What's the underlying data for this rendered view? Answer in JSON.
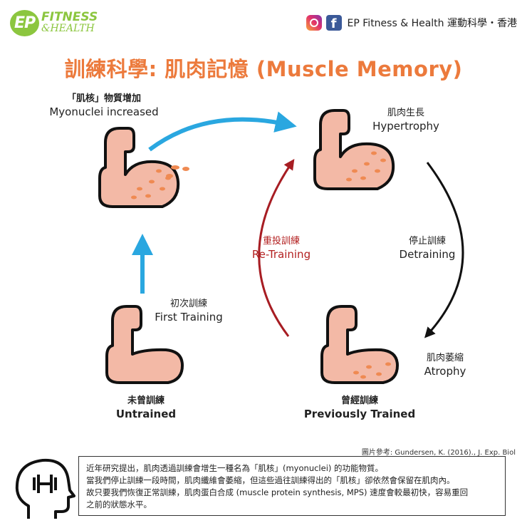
{
  "header": {
    "logo_mark": "EP",
    "logo_line1": "FITNESS",
    "logo_line2": "&HEALTH",
    "social_text": "EP Fitness & Health  運動科學・香港"
  },
  "title": "訓練科學: 肌肉記憶 (Muscle Memory)",
  "stages": {
    "myonuclei": {
      "cn": "「肌核」物質增加",
      "en": "Myonuclei increased"
    },
    "hypertrophy": {
      "cn": "肌肉生長",
      "en": "Hypertrophy"
    },
    "untrained": {
      "cn": "未曾訓練",
      "en": "Untrained"
    },
    "previously_trained": {
      "cn": "曾經訓練",
      "en": "Previously Trained"
    },
    "atrophy": {
      "cn": "肌肉萎縮",
      "en": "Atrophy"
    }
  },
  "transitions": {
    "first_training": {
      "cn": "初次訓練",
      "en": "First Training"
    },
    "detraining": {
      "cn": "停止訓練",
      "en": "Detraining"
    },
    "retraining": {
      "cn": "重投訓練",
      "en": "Re-Training"
    }
  },
  "colors": {
    "title": "#ec7a3c",
    "arrow_blue": "#2aa7e0",
    "arrow_red": "#a71d23",
    "arrow_black": "#111111",
    "muscle_skin": "#f3b9a6",
    "muscle_spot": "#ef8a52",
    "outline": "#111111",
    "brand_green": "#8cc63f"
  },
  "source": "圖片參考: Gundersen, K. (2016)., J. Exp. Biol",
  "note": {
    "lines": [
      "近年研究提出，肌肉透過訓練會增生一種名為「肌核」(myonuclei) 的功能物質。",
      "當我們停止訓練一段時間，肌肉纖維會萎縮，但這些過往訓練得出的「肌核」卻依然會保留在肌肉內。",
      "故只要我們恢復正常訓練，肌肉蛋白合成 (muscle protein synthesis, MPS) 速度會較最初快，容易重回",
      "之前的狀態水平。"
    ]
  },
  "icons": [
    "instagram-icon",
    "facebook-icon",
    "head-dumbbell-icon",
    "flexed-arm-icon"
  ]
}
